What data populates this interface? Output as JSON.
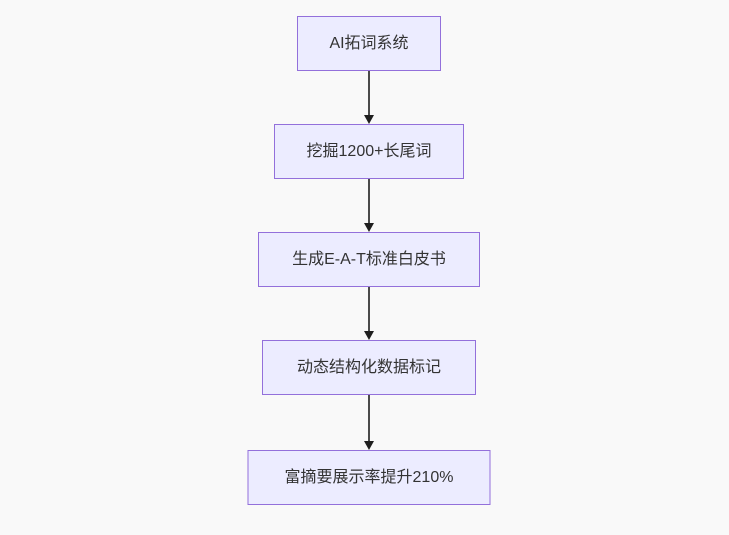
{
  "flowchart": {
    "type": "flowchart-top-down",
    "background_color": "#f9f9f9",
    "node_fill_color": "#ECECFF",
    "node_border_color": "#9370DB",
    "node_text_color": "#333333",
    "arrow_color": "#333333",
    "nodes": [
      {
        "label": "AI拓词系统"
      },
      {
        "label": "挖掘1200+长尾词"
      },
      {
        "label": "生成E-A-T标准白皮书"
      },
      {
        "label": "动态结构化数据标记"
      },
      {
        "label": "富摘要展示率提升210%"
      }
    ],
    "edges": [
      {
        "from": 0,
        "to": 1
      },
      {
        "from": 1,
        "to": 2
      },
      {
        "from": 2,
        "to": 3
      },
      {
        "from": 3,
        "to": 4
      }
    ]
  }
}
